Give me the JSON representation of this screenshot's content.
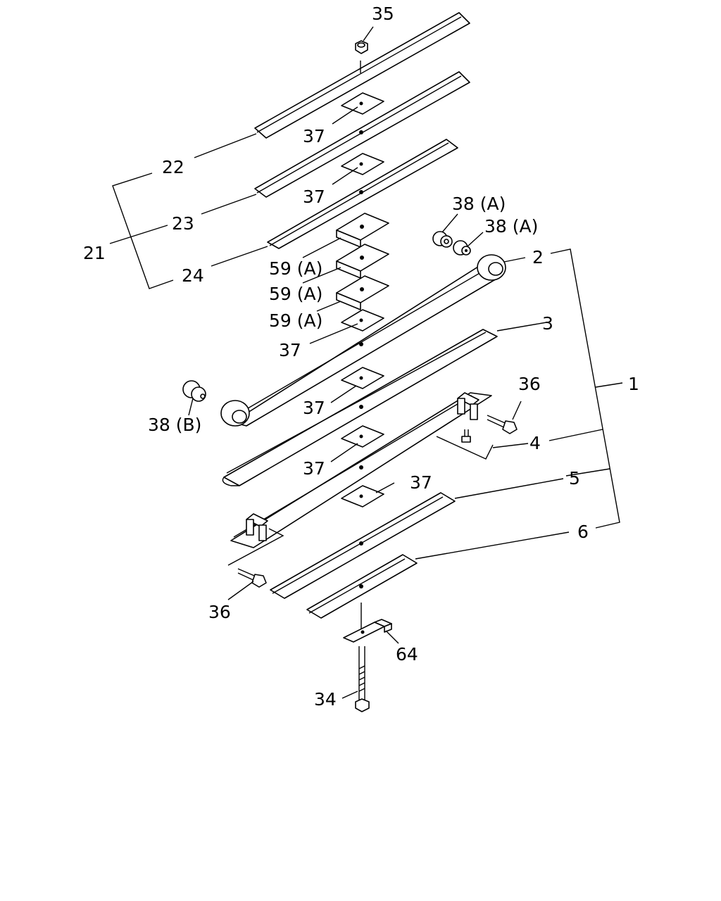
{
  "callouts": {
    "c35": "35",
    "c37a": "37",
    "c22": "22",
    "c37b": "37",
    "c23": "23",
    "c21": "21",
    "c24": "24",
    "c38a1": "38 (A)",
    "c38a2": "38 (A)",
    "c2": "2",
    "c59a1": "59 (A)",
    "c59a2": "59 (A)",
    "c59a3": "59 (A)",
    "c37c": "37",
    "c3": "3",
    "c1": "1",
    "c36a": "36",
    "c38b": "38 (B)",
    "c37d": "37",
    "c4": "4",
    "c37e": "37",
    "c37f": "37",
    "c5": "5",
    "c6": "6",
    "c36b": "36",
    "c64": "64",
    "c34": "34"
  }
}
